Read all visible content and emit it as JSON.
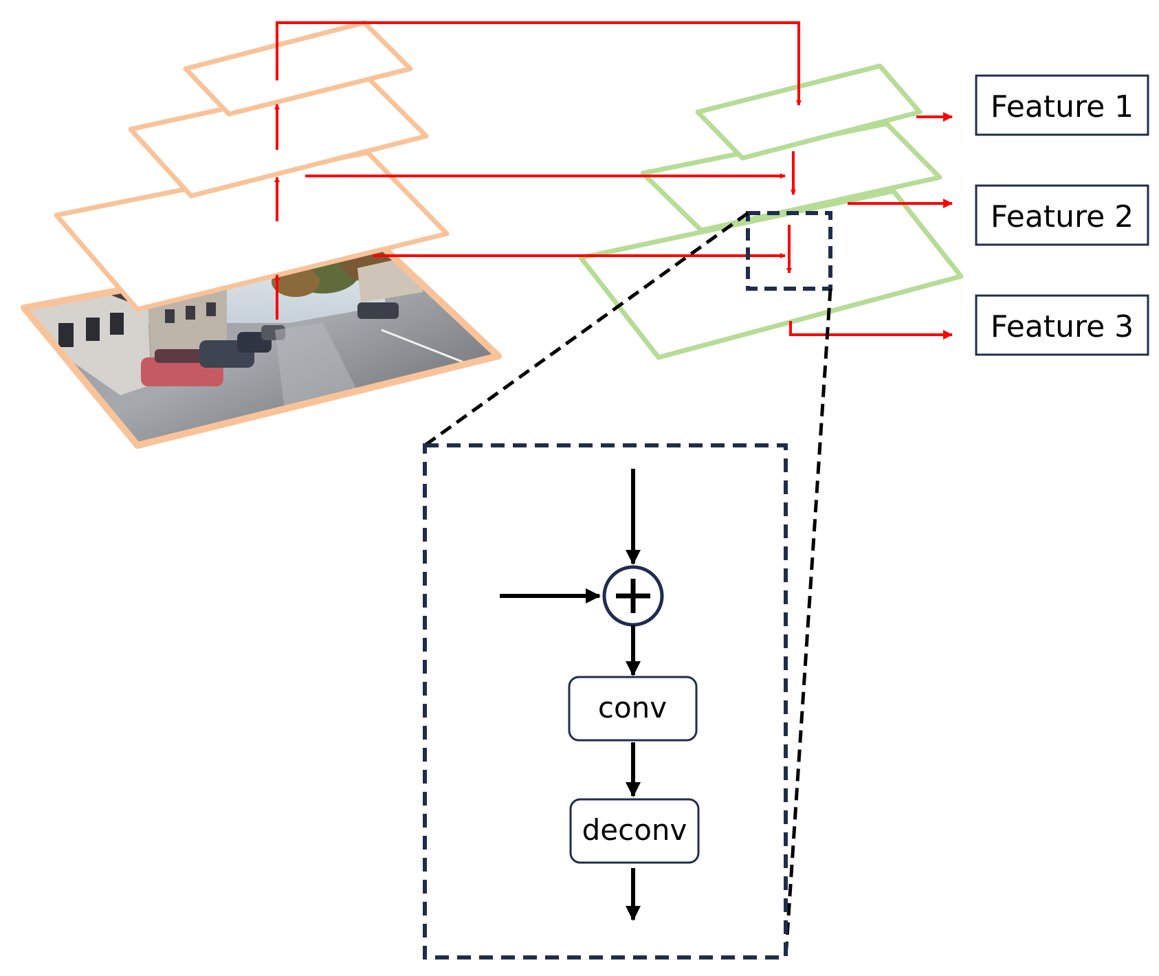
{
  "labels": {
    "feature_1": "Feature 1",
    "feature_2": "Feature 2",
    "feature_3": "Feature 3",
    "conv": "conv",
    "deconv": "deconv",
    "plus_symbol": "+"
  },
  "colors": {
    "background": "#ffffff",
    "bottom_up_layers": "#f9c39a",
    "top_down_layers": "#b6dc96",
    "connection_arrows": "#ff0000",
    "detail_frame": "#1f2d4d",
    "detail_arrows": "#000000",
    "feature_box_border": "#1f2d4d",
    "block_box_border": "#1f2d4d"
  },
  "icons": {
    "input_photo": "street-scene-photo",
    "adder": "circled-plus-icon"
  }
}
